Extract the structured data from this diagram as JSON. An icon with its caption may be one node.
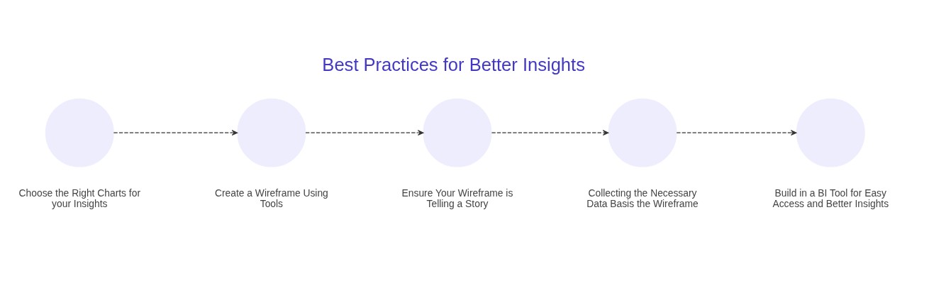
{
  "diagram": {
    "title": "Best Practices for Better Insights",
    "nodes": [
      {
        "text": [],
        "shape": "circle",
        "beside": [
          "Choose the Right Charts for your Insights"
        ]
      },
      {
        "text": [],
        "shape": "circle",
        "beside": [
          "Create a Wireframe Using Tools"
        ]
      },
      {
        "text": [],
        "shape": "circle",
        "beside": [
          "Ensure Your Wireframe is Telling a Story"
        ]
      },
      {
        "text": [],
        "shape": "circle",
        "beside": [
          "Collecting the Necessary Data Basis the Wireframe"
        ]
      },
      {
        "text": [],
        "shape": "circle",
        "beside": [
          "Build in a BI Tool for Easy Access and Better Insights"
        ]
      }
    ],
    "edges": [
      {
        "from": 0,
        "to": 1,
        "arrow": "to",
        "style": "dashed"
      },
      {
        "from": 1,
        "to": 2,
        "arrow": "to",
        "style": "dashed"
      },
      {
        "from": 2,
        "to": 3,
        "arrow": "to",
        "style": "dashed"
      },
      {
        "from": 3,
        "to": 4,
        "arrow": "to",
        "style": "dashed"
      }
    ]
  }
}
